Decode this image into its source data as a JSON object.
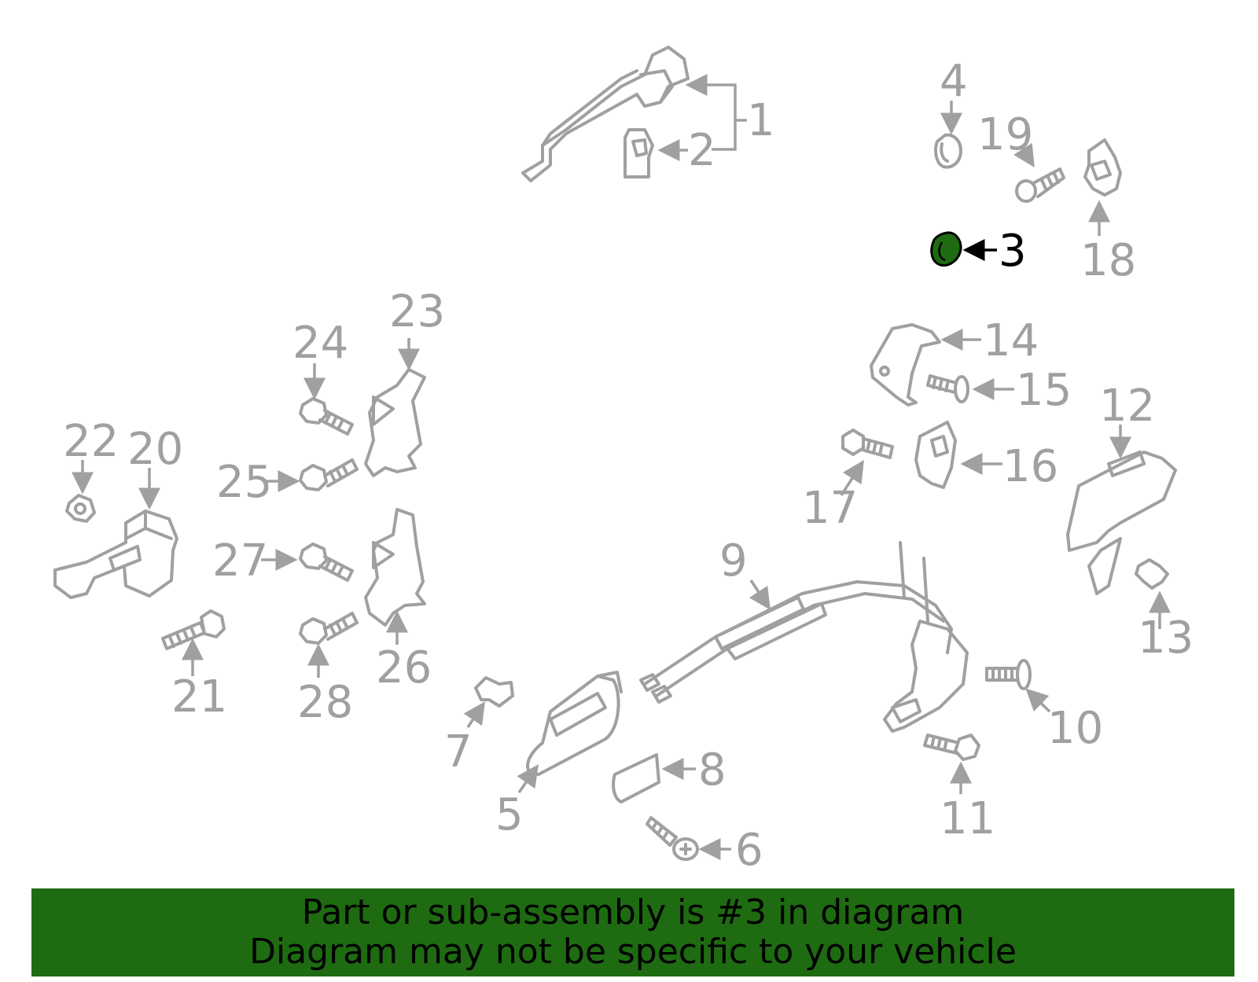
{
  "callouts": {
    "c1": "1",
    "c2": "2",
    "c3": "3",
    "c4": "4",
    "c5": "5",
    "c6": "6",
    "c7": "7",
    "c8": "8",
    "c9": "9",
    "c10": "10",
    "c11": "11",
    "c12": "12",
    "c13": "13",
    "c14": "14",
    "c15": "15",
    "c16": "16",
    "c17": "17",
    "c18": "18",
    "c19": "19",
    "c20": "20",
    "c21": "21",
    "c22": "22",
    "c23": "23",
    "c24": "24",
    "c25": "25",
    "c26": "26",
    "c27": "27",
    "c28": "28"
  },
  "highlighted_part": "3",
  "colors": {
    "highlight": "#1e6b12",
    "part_line": "#a0a0a0",
    "banner_bg": "#1e6b12",
    "banner_text": "#000000"
  },
  "banner": {
    "line1": "Part or sub-assembly is #3 in diagram",
    "line2": "Diagram may not be specific to your vehicle"
  }
}
